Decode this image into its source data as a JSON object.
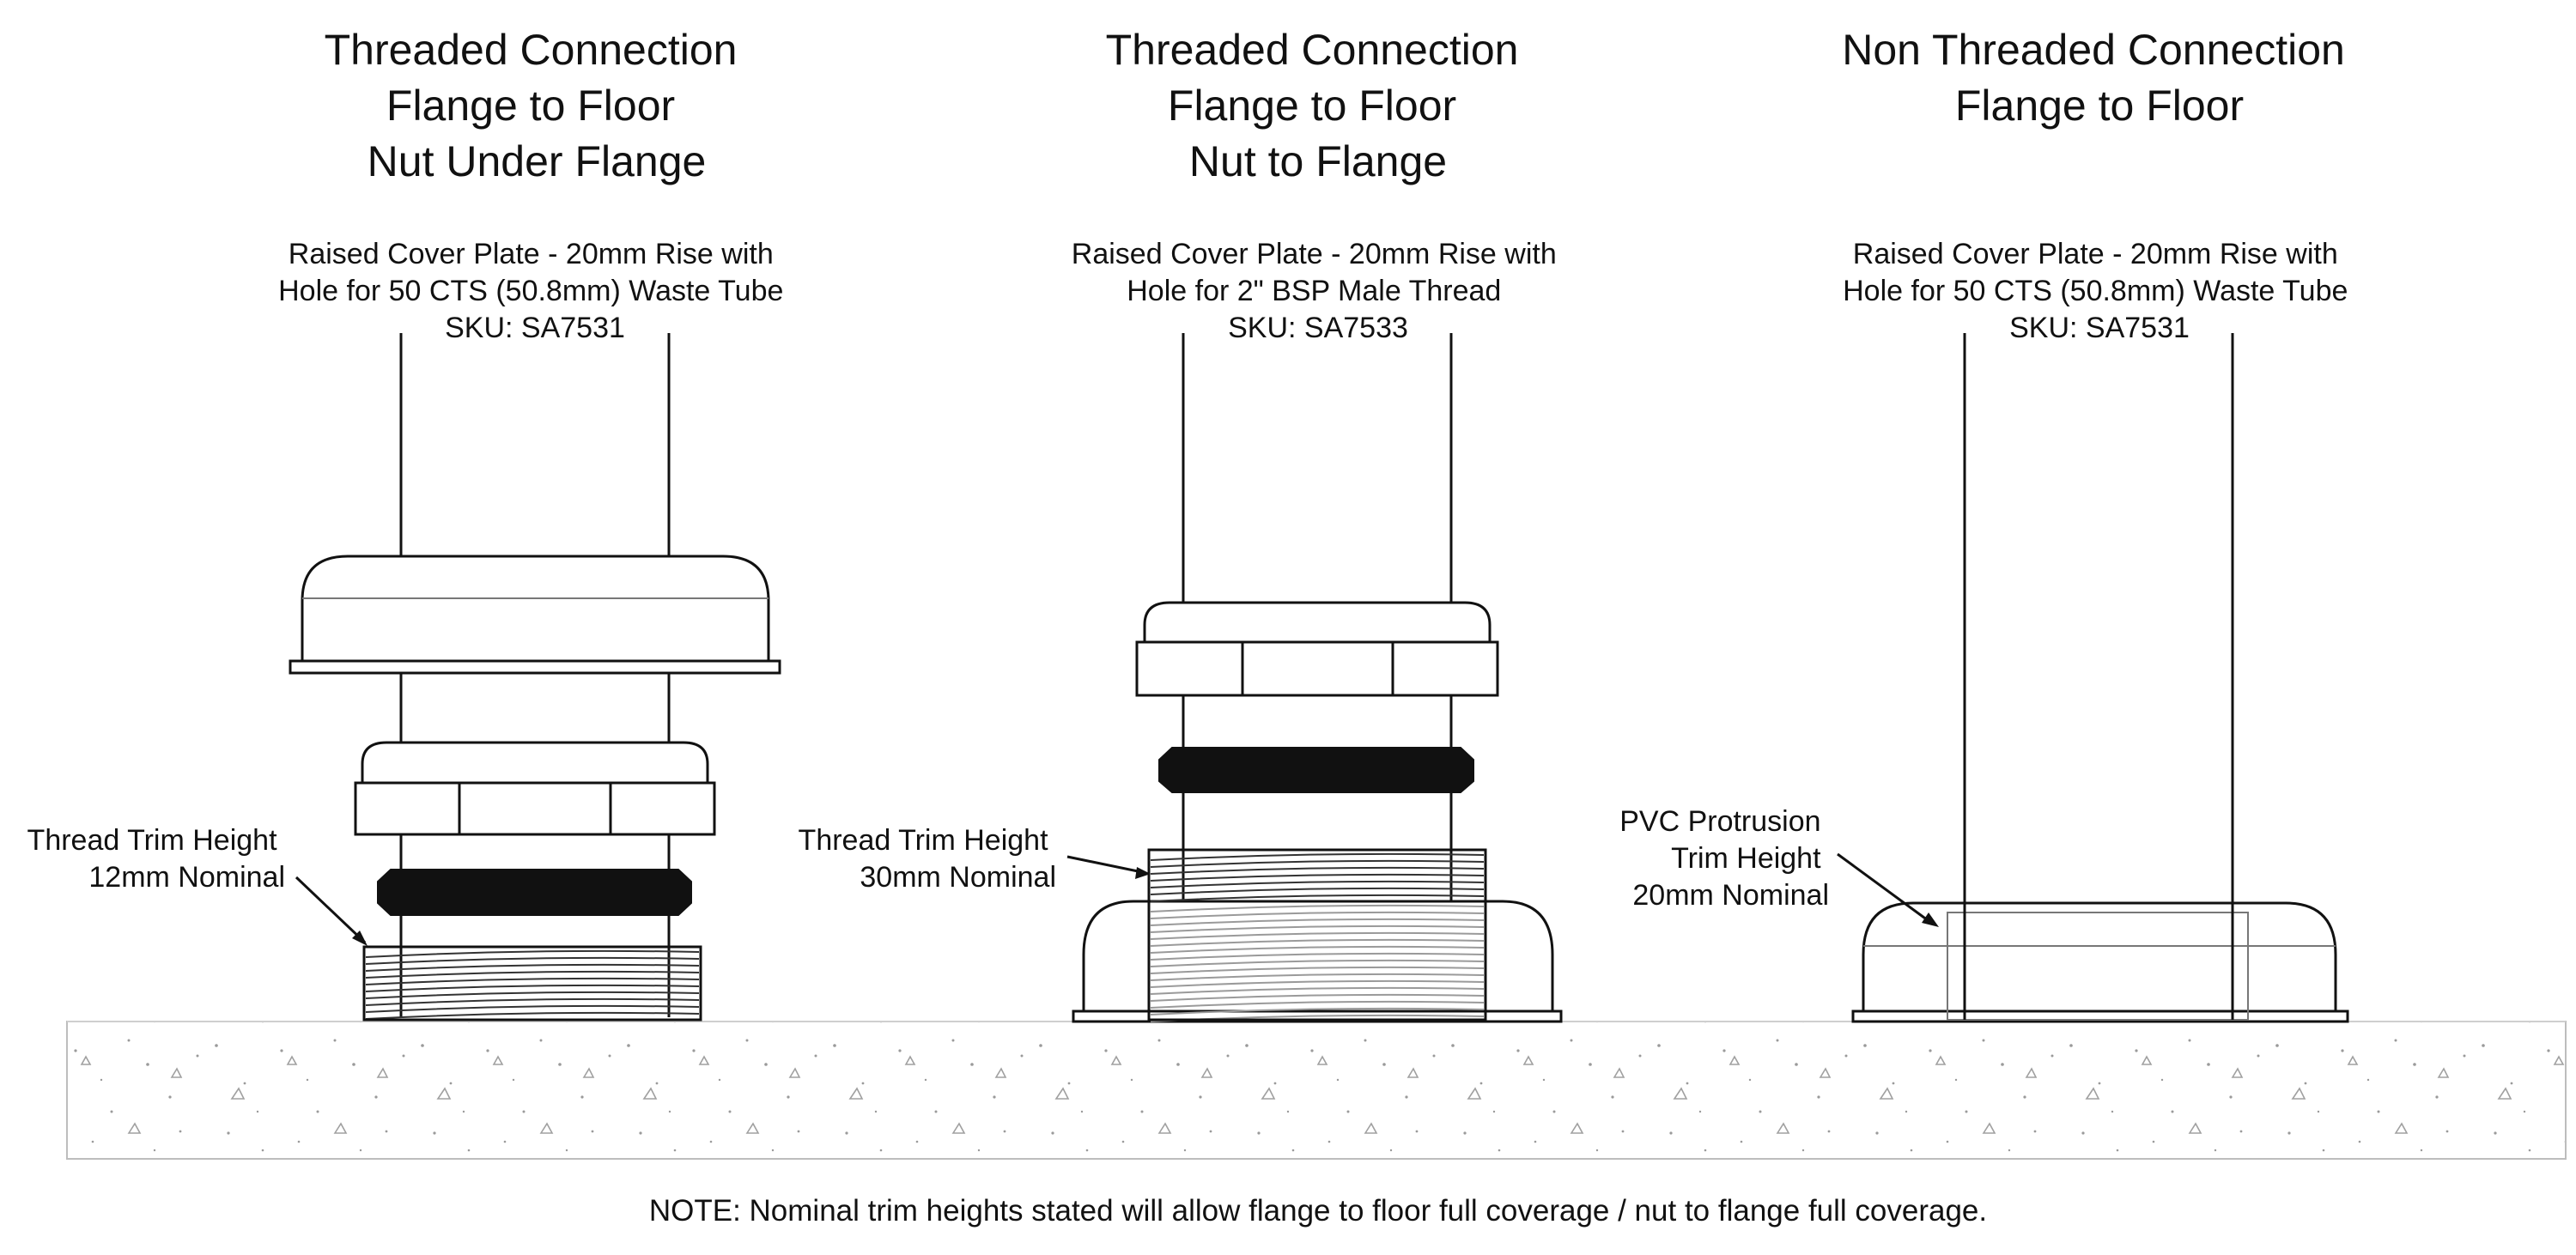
{
  "panels": [
    {
      "title_lines": [
        "Threaded Connection",
        "Flange to Floor",
        "Nut Under Flange"
      ],
      "label_lines": [
        "Raised Cover Plate - 20mm Rise with",
        "Hole for 50 CTS (50.8mm) Waste Tube",
        "SKU: SA7531"
      ],
      "callout_lines": [
        "Thread Trim Height",
        "12mm Nominal"
      ]
    },
    {
      "title_lines": [
        "Threaded Connection",
        "Flange to Floor",
        "Nut to Flange"
      ],
      "label_lines": [
        "Raised Cover Plate - 20mm Rise with",
        "Hole for 2\" BSP Male Thread",
        "SKU: SA7533"
      ],
      "callout_lines": [
        "Thread Trim Height",
        "30mm Nominal"
      ]
    },
    {
      "title_lines": [
        "Non Threaded Connection",
        "Flange to Floor"
      ],
      "label_lines": [
        "Raised Cover Plate - 20mm Rise with",
        "Hole for 50 CTS (50.8mm) Waste Tube",
        "SKU: SA7531"
      ],
      "callout_lines": [
        "PVC Protrusion",
        "Trim Height",
        "20mm Nominal"
      ]
    }
  ],
  "note": "NOTE: Nominal trim heights stated will allow flange to floor full coverage / nut to flange full coverage."
}
